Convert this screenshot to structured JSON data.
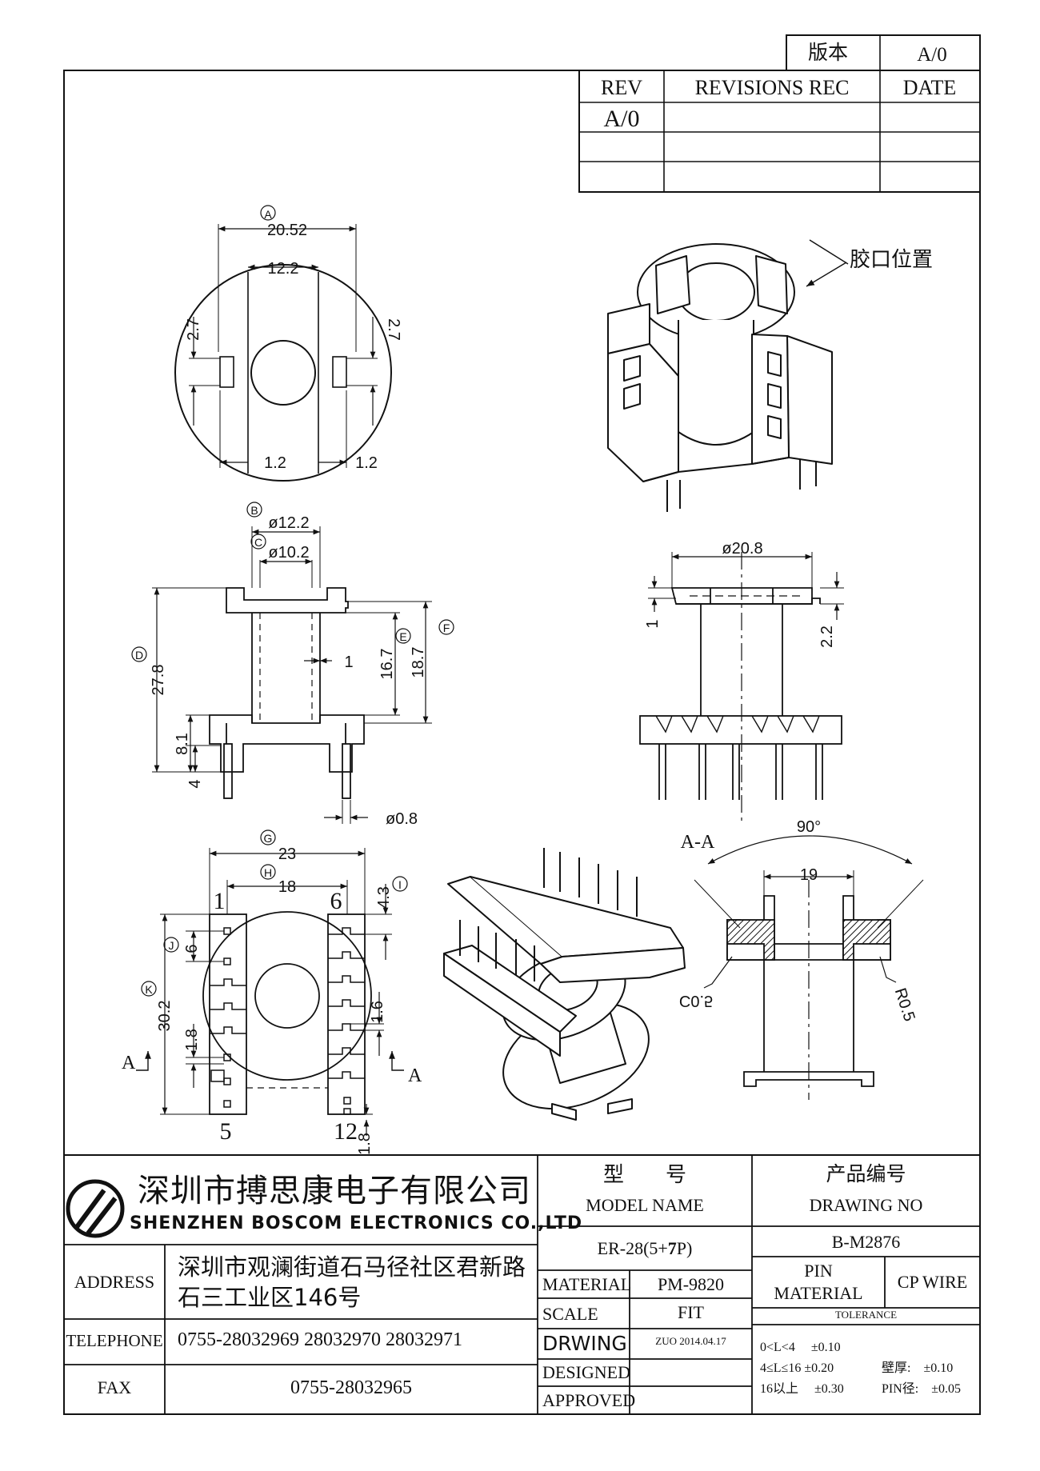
{
  "version_box": {
    "label": "版本",
    "value": "A/0"
  },
  "revision_table": {
    "headers": {
      "rev": "REV",
      "rec": "REVISIONS REC",
      "date": "DATE"
    },
    "rows": [
      {
        "rev": "A/0",
        "rec": "",
        "date": ""
      }
    ]
  },
  "callout": {
    "glue_position": "胶口位置"
  },
  "top_view_dims": {
    "circle_A": "A",
    "dia": "20.52",
    "inner": "12.2",
    "slot_l": "2.7",
    "slot_r": "2.7",
    "w_l": "1.2",
    "w_r": "1.2"
  },
  "front_view_dims": {
    "B": "B",
    "C": "C",
    "D": "D",
    "E": "E",
    "F": "F",
    "phi_outer": "ø12.2",
    "phi_inner": "ø10.2",
    "h_total": "27.8",
    "h_16": "16.7",
    "h_18": "18.7",
    "wall": "1",
    "h_8": "8.1",
    "h_4": "4",
    "pin_d": "ø0.8"
  },
  "side_view_dims": {
    "phi": "ø20.8",
    "t1": "1",
    "t2": "2.2"
  },
  "bottom_view_dims": {
    "G": "G",
    "H": "H",
    "I": "I",
    "J": "J",
    "K": "K",
    "w23": "23",
    "w18": "18",
    "h43": "4.3",
    "p6": "6",
    "h302": "30.2",
    "p18": "1.8",
    "p16": "1.6",
    "p18b": "1.8",
    "pin1": "1",
    "pin6": "6",
    "pin5": "5",
    "pin12": "12",
    "sect_left": "A",
    "sect_right": "A"
  },
  "section_view_dims": {
    "title": "A-A",
    "angle": "90°",
    "w19": "19",
    "c": "C0.5",
    "r": "R0.5"
  },
  "company": {
    "cn": "深圳市搏思康电子有限公司",
    "en": "SHENZHEN BOSCOM ELECTRONICS CO.,LTD"
  },
  "model": {
    "label_cn": "型　　号",
    "label_en": "MODEL NAME",
    "value_prefix": "ER-28(5+",
    "value_bold": "7",
    "value_suffix": "P)"
  },
  "drawing_no": {
    "label_cn": "产品编号",
    "label_en": "DRAWING NO",
    "value": "B-M2876"
  },
  "address": {
    "label": "ADDRESS",
    "line1": "深圳市观澜街道石马径社区君新路",
    "line2": "石三工业区146号"
  },
  "telephone": {
    "label": "TELEPHONE",
    "value": "0755-28032969 28032970 28032971"
  },
  "fax": {
    "label": "FAX",
    "value": "0755-28032965"
  },
  "material": {
    "label": "MATERIAL",
    "value": "PM-9820"
  },
  "scale": {
    "label": "SCALE",
    "value": "FIT"
  },
  "drawing": {
    "label": "DRWING",
    "value": "ZUO 2014.04.17"
  },
  "designed": {
    "label": "DESIGNED",
    "value": ""
  },
  "approved": {
    "label": "APPROVED",
    "value": ""
  },
  "pin_material": {
    "label1": "PIN",
    "label2": "MATERIAL",
    "value": "CP WIRE"
  },
  "tolerance": {
    "title": "TOLERANCE",
    "r1": "0<L<4　 ±0.10",
    "r2": "4≤L≤16 ±0.20",
    "r3": "16以上　 ±0.30",
    "wall": "壁厚:　±0.10",
    "pin": "PIN径:　±0.05"
  }
}
